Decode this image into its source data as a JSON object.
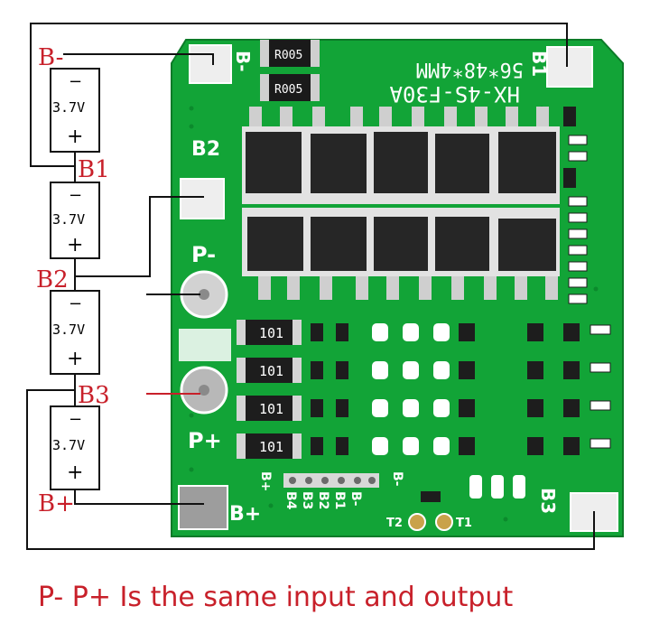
{
  "board": {
    "model": "HX-4S-F30A",
    "size": "56*48*4MM",
    "shunt_marking": "R005",
    "resistor_marking": "101",
    "pads": {
      "b_minus": "B-",
      "b1": "B1",
      "b2": "B2",
      "b3": "B3",
      "b_plus": "B+",
      "p_minus": "P-",
      "p_plus": "P+"
    },
    "header_labels": [
      "B+",
      "B4",
      "B3",
      "B2",
      "B1",
      "B-"
    ],
    "thermal": [
      "T2",
      "T1"
    ]
  },
  "cells": [
    {
      "minus": "−",
      "voltage": "3.7V",
      "plus": "+"
    },
    {
      "minus": "−",
      "voltage": "3.7V",
      "plus": "+"
    },
    {
      "minus": "−",
      "voltage": "3.7V",
      "plus": "+"
    },
    {
      "minus": "−",
      "voltage": "3.7V",
      "plus": "+"
    }
  ],
  "wire_labels": {
    "b_minus": "B-",
    "b1": "B1",
    "b2": "B2",
    "b3": "B3",
    "b_plus": "B+"
  },
  "colors": {
    "pcb": "#12a437",
    "label_red": "#c8202a",
    "wire": "#111111"
  },
  "caption": "P- P+ Is the same input and output"
}
